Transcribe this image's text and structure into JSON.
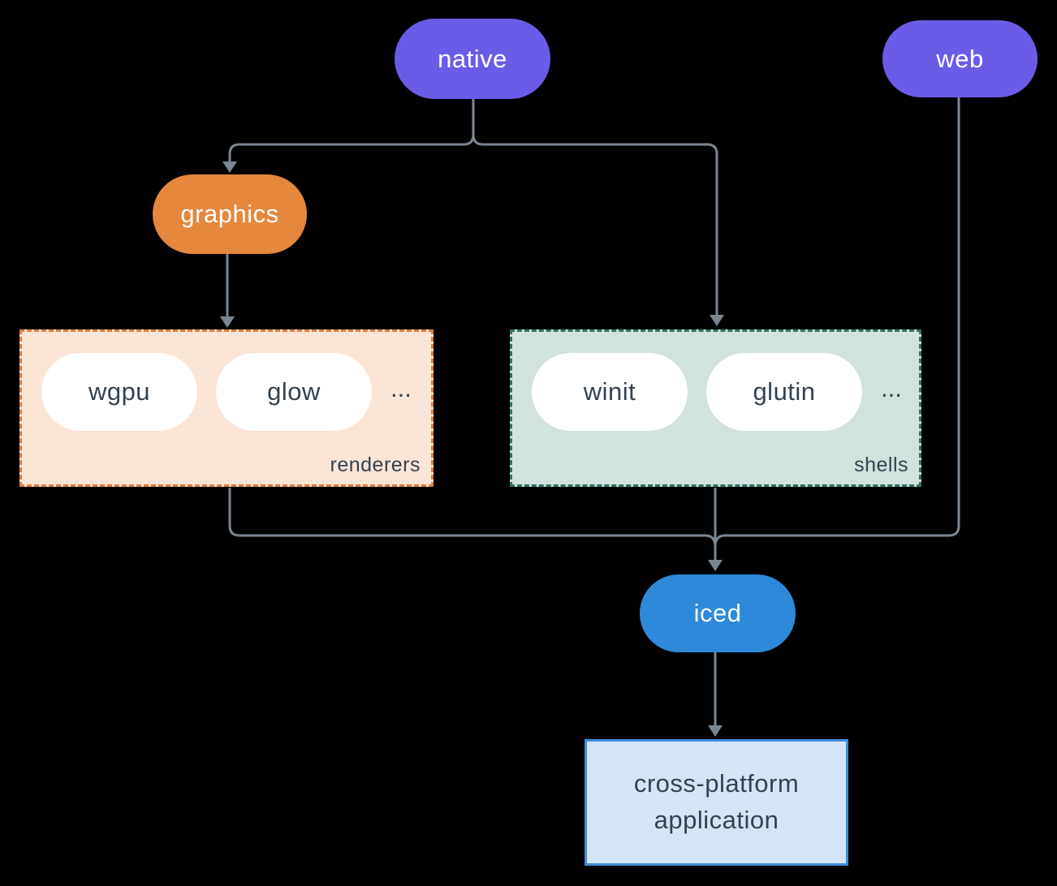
{
  "colors": {
    "background": "#000000",
    "arrow": "#7a8692",
    "purple": "#6b5ce8",
    "orange": "#e5873d",
    "blue": "#2e89da",
    "white_pill": "#ffffff",
    "dark_text": "#334250",
    "renderers_bg": "#fae5d7",
    "renderers_border": "#df7f38",
    "shells_bg": "#d2e2dd",
    "shells_border": "#2f7265",
    "app_bg": "#d4e5f7",
    "app_border": "#3e8ed9"
  },
  "nodes": {
    "native": "native",
    "web": "web",
    "graphics": "graphics",
    "iced": "iced"
  },
  "groups": {
    "renderers": {
      "label": "renderers",
      "items": [
        "wgpu",
        "glow"
      ],
      "ellipsis": "..."
    },
    "shells": {
      "label": "shells",
      "items": [
        "winit",
        "glutin"
      ],
      "ellipsis": "..."
    }
  },
  "application": {
    "line1": "cross-platform",
    "line2": "application"
  }
}
